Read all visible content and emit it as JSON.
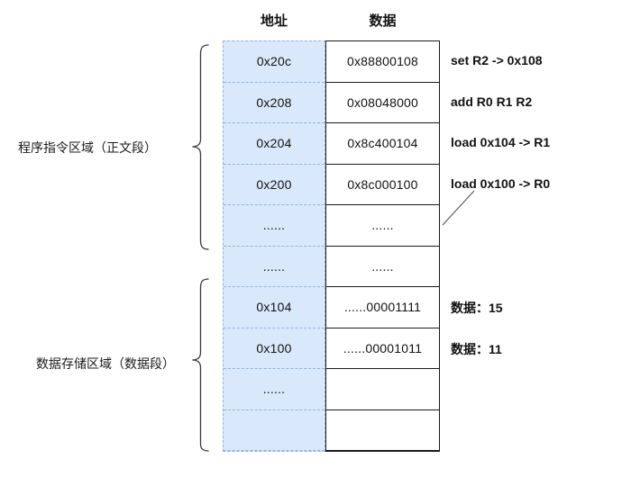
{
  "headers": {
    "address": "地址",
    "data": "数据"
  },
  "region_labels": {
    "text_segment": "程序指令区域（正文段）",
    "data_segment": "数据存储区域（数据段）"
  },
  "memory_table": {
    "rows": [
      {
        "address": "0x20c",
        "data": "0x88800108"
      },
      {
        "address": "0x208",
        "data": "0x08048000"
      },
      {
        "address": "0x204",
        "data": "0x8c400104"
      },
      {
        "address": "0x200",
        "data": "0x8c000100"
      },
      {
        "address": "......",
        "data": "......"
      },
      {
        "address": "......",
        "data": "......"
      },
      {
        "address": "0x104",
        "data": "......00001111"
      },
      {
        "address": "0x100",
        "data": "......00001011"
      },
      {
        "address": "......",
        "data": ""
      },
      {
        "address": "",
        "data": ""
      }
    ]
  },
  "annotations": {
    "instruction_1": "set R2 -> 0x108",
    "instruction_2": "add R0 R1 R2",
    "instruction_3": "load 0x104 -> R1",
    "instruction_4": "load 0x100 -> R0",
    "data_value_1": "数据：15",
    "data_value_2": "数据：11"
  },
  "colors": {
    "address_column_fill": "#dae8fc",
    "address_column_border": "#95b3d7",
    "data_column_border": "#1a1a1a"
  }
}
